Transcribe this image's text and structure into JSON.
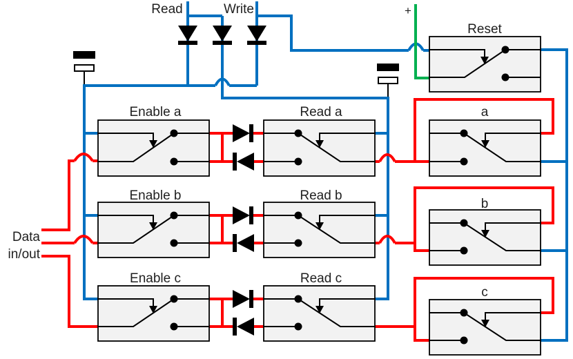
{
  "diagram": {
    "type": "relay-memory-circuit-diagram",
    "top_labels": {
      "read": "Read",
      "write": "Write",
      "plus": "+"
    },
    "data_io": {
      "line1": "Data",
      "line2": "in/out"
    },
    "relays": {
      "reset": "Reset",
      "enable_a": "Enable a",
      "enable_b": "Enable b",
      "enable_c": "Enable c",
      "read_a": "Read a",
      "read_b": "Read b",
      "read_c": "Read c",
      "cell_a": "a",
      "cell_b": "b",
      "cell_c": "c"
    },
    "colors": {
      "wire_blue": "#0070C0",
      "wire_red": "#FF0000",
      "wire_green": "#00B050",
      "line_black": "#000000",
      "box_fill": "#F2F2F2",
      "label_text": "#1F1F1F",
      "background": "#FFFFFF"
    }
  }
}
